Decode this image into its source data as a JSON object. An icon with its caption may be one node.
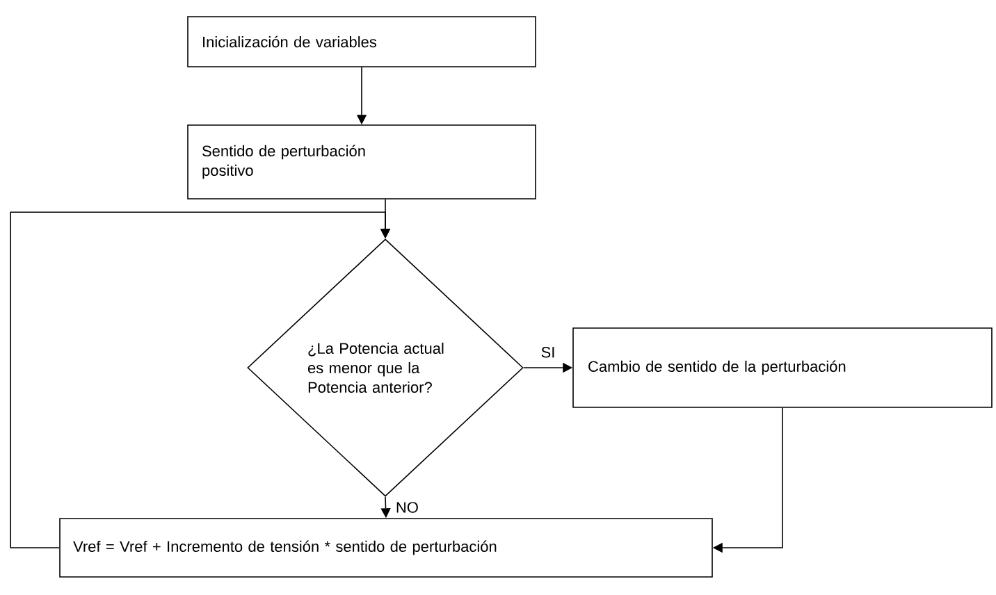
{
  "diagram": {
    "nodes": [
      {
        "text": [
          "Inicialización de variables"
        ]
      },
      {
        "text": [
          "Sentido de perturbación positivo"
        ]
      },
      {
        "text": [
          "¿La Potencia actual es menor que la Potencia anterior?"
        ]
      },
      {
        "text": [
          "Cambio de sentido de la perturbación"
        ]
      },
      {
        "text": [
          "Vref = Vref + Incremento de tensión * sentido de perturbación"
        ]
      }
    ],
    "edges": [
      {
        "from": 0,
        "to": 1,
        "arrow": "to"
      },
      {
        "from": 1,
        "to": 2,
        "arrow": "to"
      },
      {
        "from": 2,
        "to": 3,
        "arrow": "to",
        "label": "SI"
      },
      {
        "from": 2,
        "to": 4,
        "arrow": "to",
        "label": "NO"
      },
      {
        "from": 3,
        "to": 4,
        "arrow": "to"
      },
      {
        "from": 4,
        "to": 2,
        "arrow": "to"
      }
    ]
  }
}
